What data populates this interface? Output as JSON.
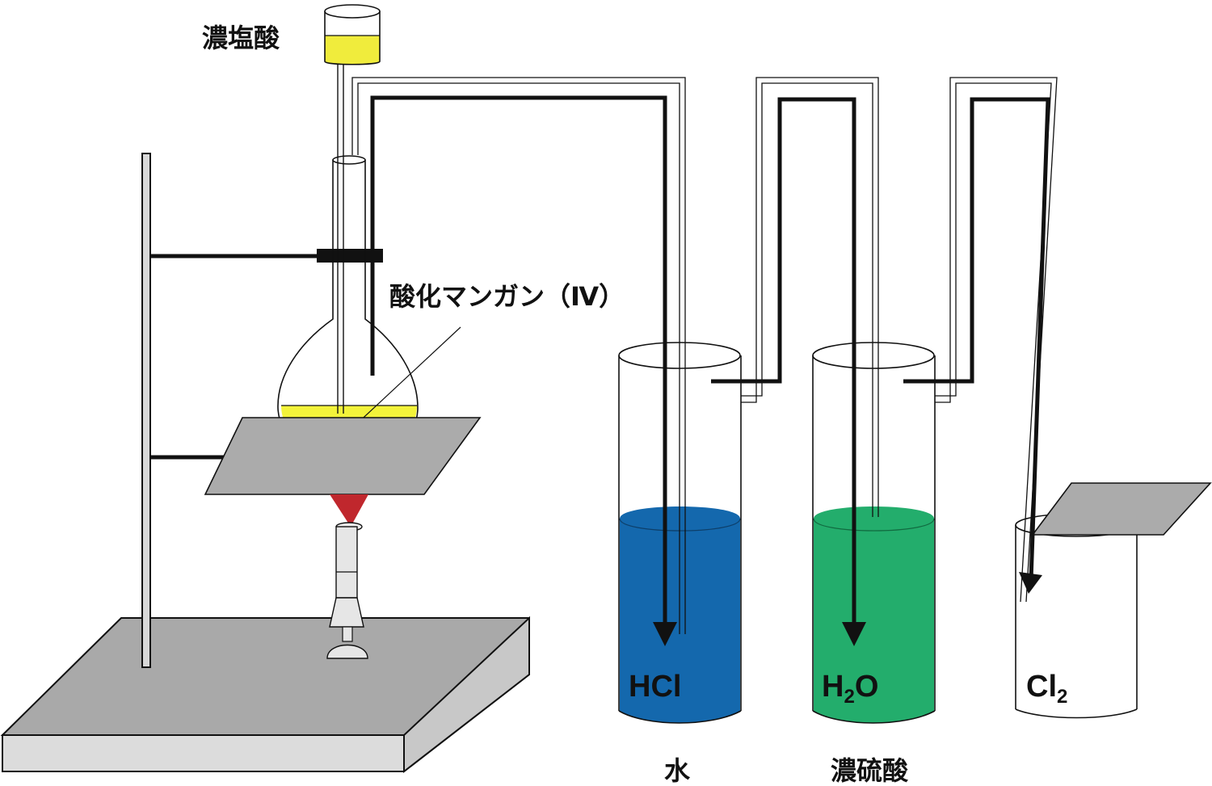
{
  "labels": {
    "conc_hcl": "濃塩酸",
    "mno2": "酸化マンガン（Ⅳ）",
    "water": "水",
    "conc_h2so4": "濃硫酸"
  },
  "gas_labels": {
    "hcl": "HCl",
    "h2o_h": "H",
    "h2o_sub": "2",
    "h2o_o": "O",
    "cl": "Cl",
    "cl_sub": "2"
  },
  "colors": {
    "conc_hcl_liquid": "#f0ec3c",
    "flask_liquid": "#f3f33a",
    "water": "#1468ad",
    "conc_h2so4": "#23ad6c",
    "flame": "#c0272d",
    "plate": "#ababab",
    "base_top": "#a9a9a9",
    "base_side": "#dcdcdc"
  }
}
